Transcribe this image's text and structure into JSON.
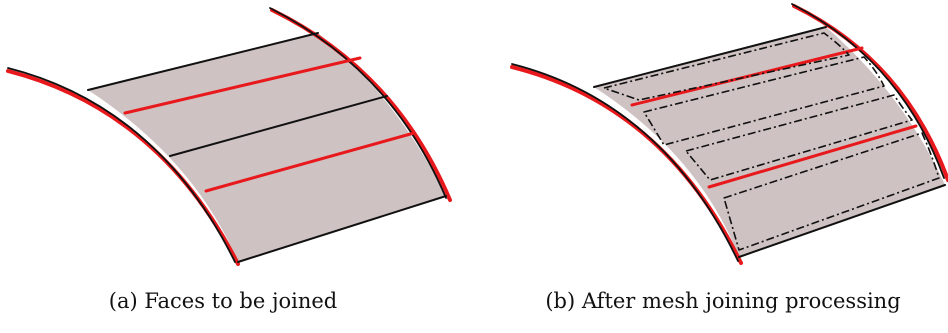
{
  "figure": {
    "panels": [
      {
        "id": "a",
        "label": "(a)",
        "caption": "Faces to be joined"
      },
      {
        "id": "b",
        "label": "(b)",
        "caption": "After mesh joining processing"
      }
    ]
  },
  "colors": {
    "face_fill": "#cfc2c2",
    "edge_red": "#e8191c",
    "edge_black": "#111111"
  }
}
